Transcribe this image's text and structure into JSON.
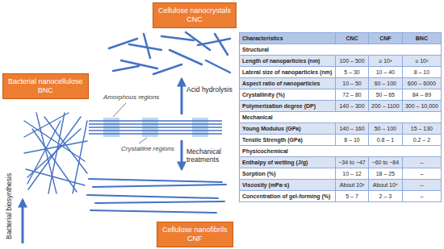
{
  "diagram": {
    "nodes": [
      {
        "text": [
          "Cellulose nanocrystals",
          "CNC"
        ]
      },
      {
        "text": [
          "Bacterial nanocellulose",
          "BNC"
        ]
      },
      {
        "text": [
          "Cellulose nanofibrils",
          "CNF"
        ]
      }
    ],
    "labels": [
      "Acid hydrolysis",
      "Amorphous regions",
      "Crystalline regions",
      "Mechanical treatments",
      "Bacterial biosynthesis",
      "Characteristics",
      "CNC",
      "CNF",
      "BNC",
      "Structural",
      "Length of nanoparticles (nm)",
      "100 – 500",
      "≥ 10³",
      "≥ 10³",
      "Lateral size of nanoparticles (nm)",
      "5 – 30",
      "10 – 40",
      "8 – 10",
      "Aspect ratio of nanoparticles",
      "10 – 50",
      "60 – 100",
      "600 – 6000",
      "Crystallinity (%)",
      "72 – 80",
      "50 – 65",
      "84 – 89",
      "Polymerization degree (DP)",
      "140 – 300",
      "200 – 1100",
      "300 – 10,000",
      "Mechanical",
      "Young Modulus (GPa)",
      "140 – 160",
      "50 – 100",
      "15 – 130",
      "Tensile Strength (GPa)",
      "8 – 10",
      "0.8 – 1",
      "0.2 – 2",
      "Physicochemical",
      "Enthalpy of wetting (J/g)",
      "−34 to −47",
      "−60 to −84",
      "–",
      "Sorption (%)",
      "10 – 12",
      "18 – 25",
      "–",
      "Viscosity (mPa·s)",
      "About 10³",
      "About 10⁴",
      "–",
      "Concentration of gel-forming (%)",
      "5 – 7",
      "2 – 3",
      "–"
    ]
  }
}
